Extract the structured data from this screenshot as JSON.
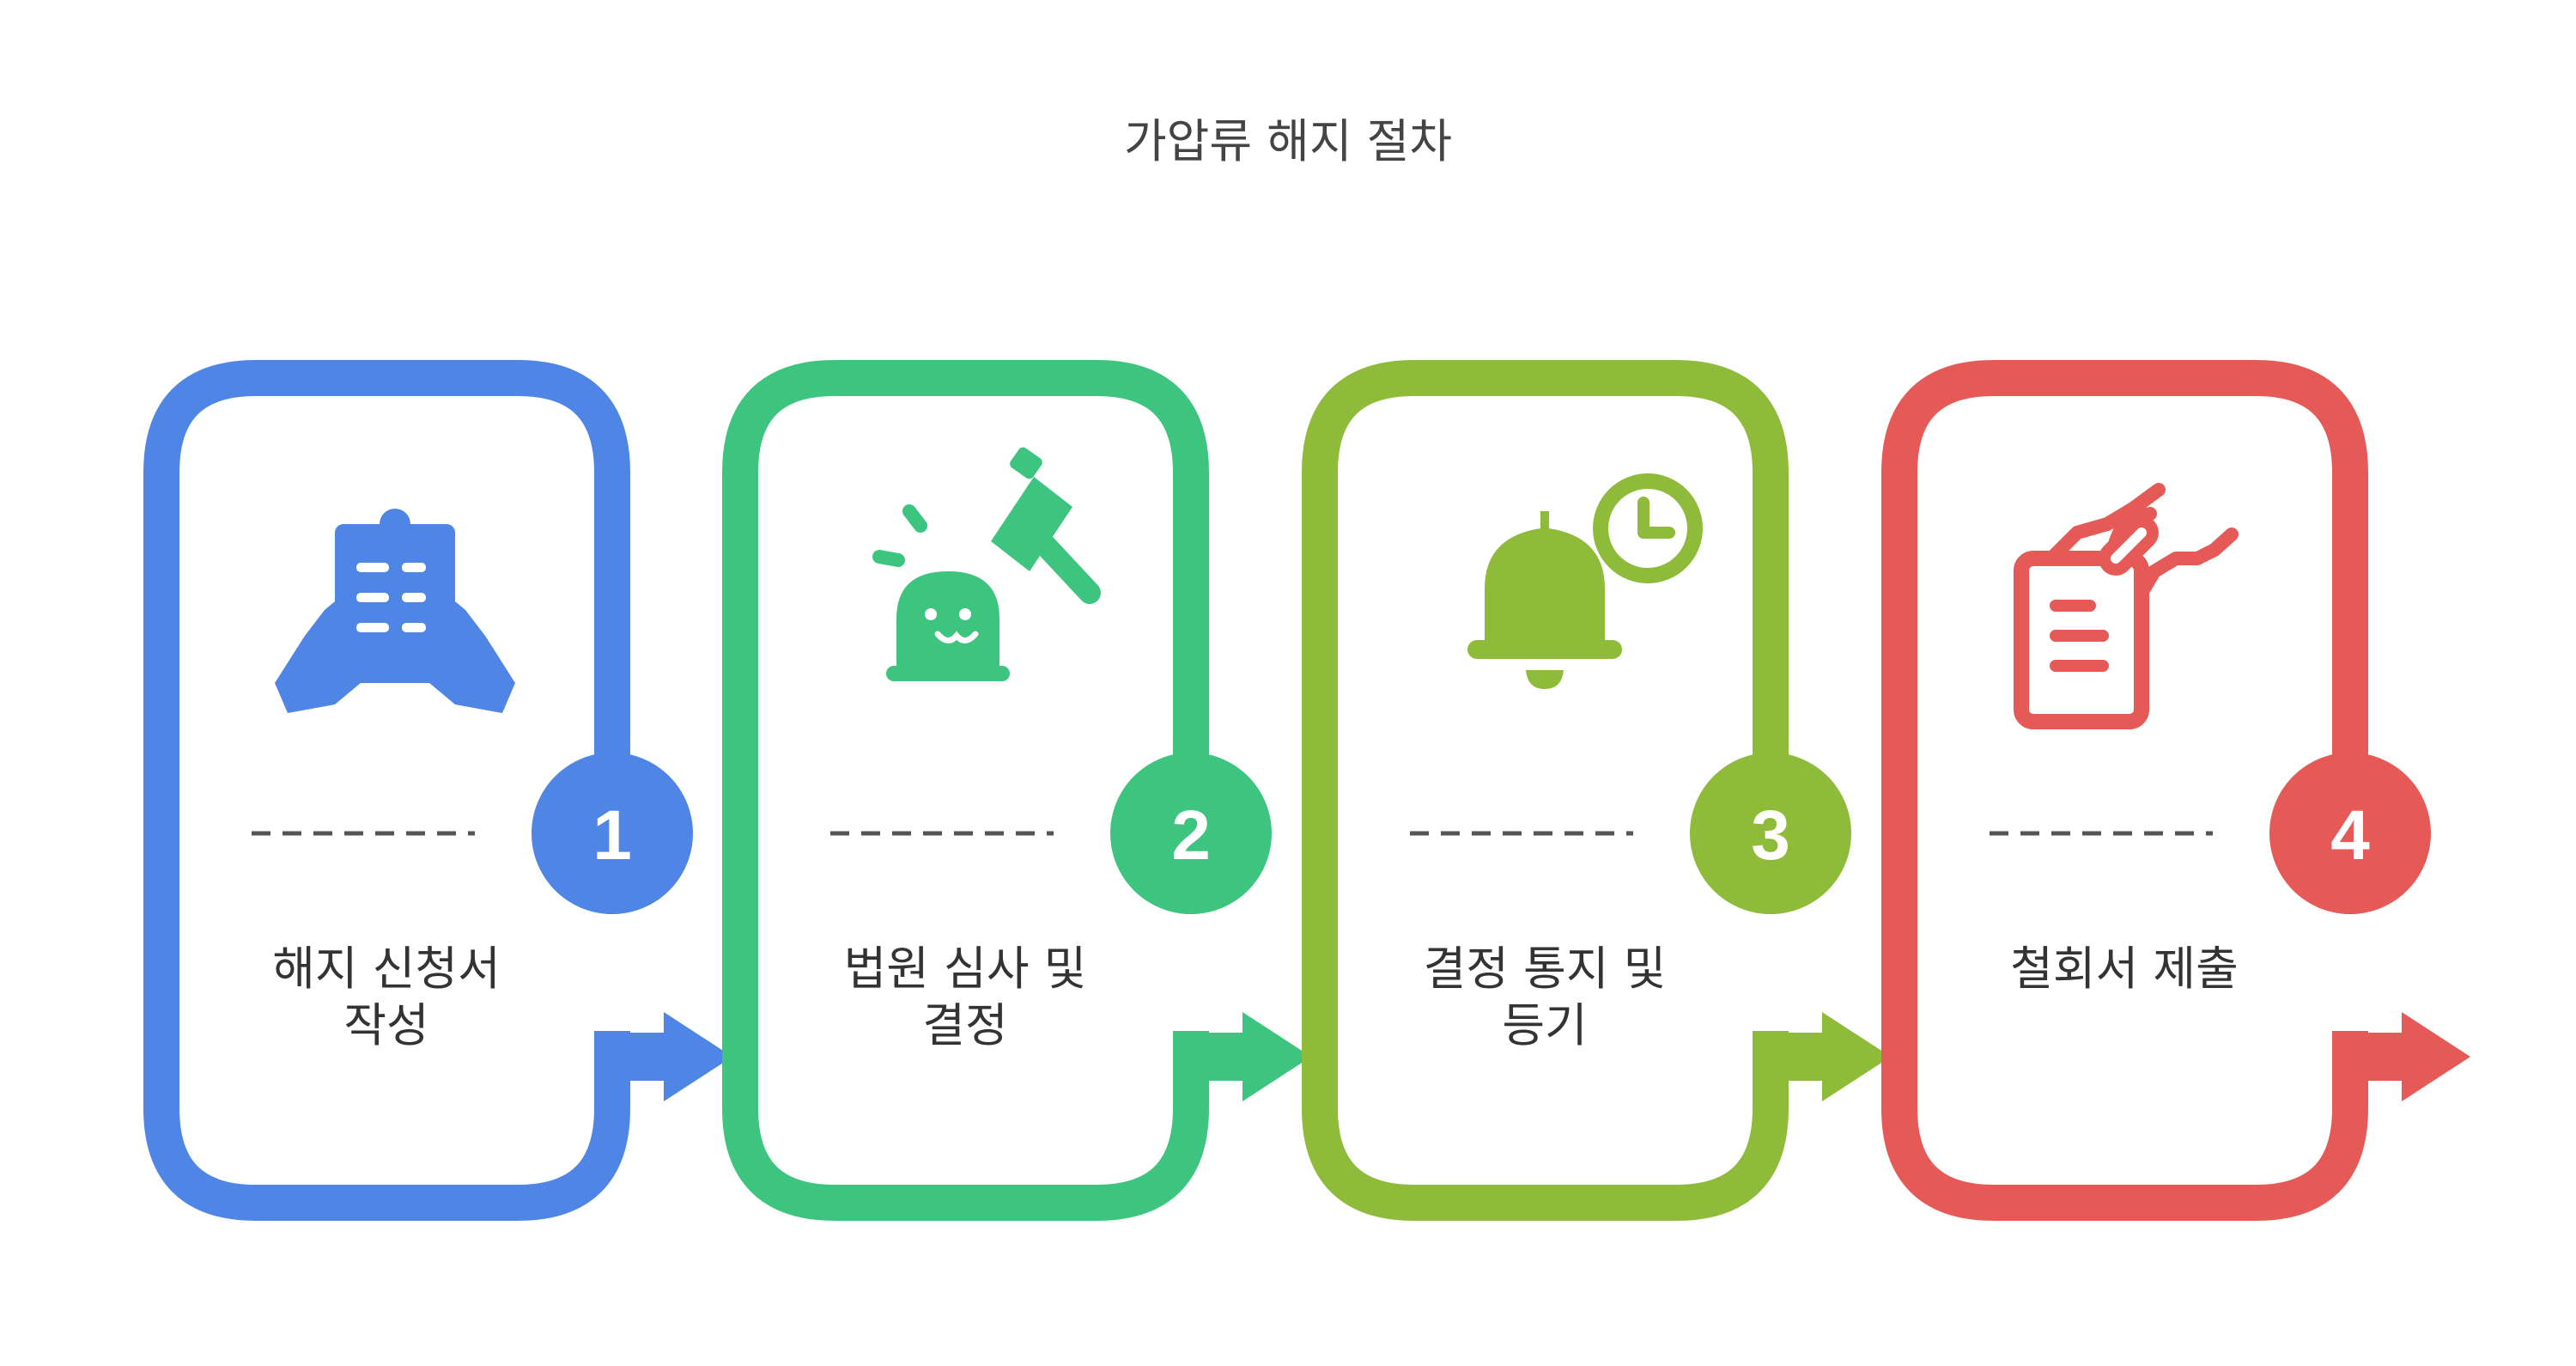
{
  "title": "가압류 해지 절차",
  "steps": [
    {
      "number": "1",
      "label_lines": [
        "해지 신청서",
        "작성"
      ],
      "color": "#4F86E6",
      "icon": "hands-holding-clipboard-icon"
    },
    {
      "number": "2",
      "label_lines": [
        "법원 심사 및",
        "결정"
      ],
      "color": "#3DC47E",
      "icon": "judge-gavel-icon"
    },
    {
      "number": "3",
      "label_lines": [
        "결정 통지 및",
        "등기"
      ],
      "color": "#8FBB3A",
      "icon": "bell-clock-icon"
    },
    {
      "number": "4",
      "label_lines": [
        "철회서 제출"
      ],
      "color": "#E55A57",
      "icon": "hand-document-icon"
    }
  ]
}
